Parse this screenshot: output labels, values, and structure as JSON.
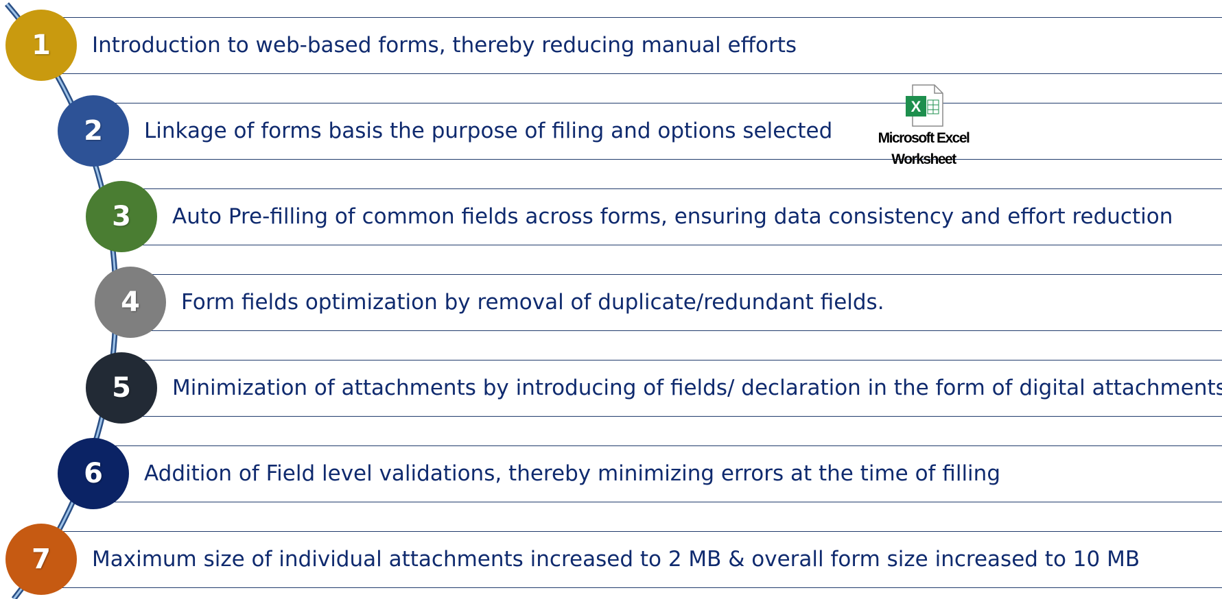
{
  "items": [
    {
      "number": "1",
      "text": "Introduction to web-based forms, thereby reducing manual efforts",
      "color": "#c99a0f"
    },
    {
      "number": "2",
      "text": "Linkage of forms basis the purpose of filing and options selected",
      "color": "#2d5296"
    },
    {
      "number": "3",
      "text": "Auto Pre-filling of common fields across forms, ensuring data consistency and effort reduction",
      "color": "#4a7d32"
    },
    {
      "number": "4",
      "text": "Form fields optimization by removal of duplicate/redundant fields.",
      "color": "#7f7f7f"
    },
    {
      "number": "5",
      "text": "Minimization of attachments by introducing of fields/ declaration in the form of digital attachments",
      "color": "#222a35"
    },
    {
      "number": "6",
      "text": "Addition of Field level validations, thereby minimizing errors at the time of filling",
      "color": "#0b2365"
    },
    {
      "number": "7",
      "text": "Maximum size of individual attachments increased to 2 MB & overall form size increased to 10 MB",
      "color": "#c65a12"
    }
  ],
  "attachment": {
    "icon": "excel-file-icon",
    "caption_line1": "Microsoft Excel",
    "caption_line2": "Worksheet"
  }
}
